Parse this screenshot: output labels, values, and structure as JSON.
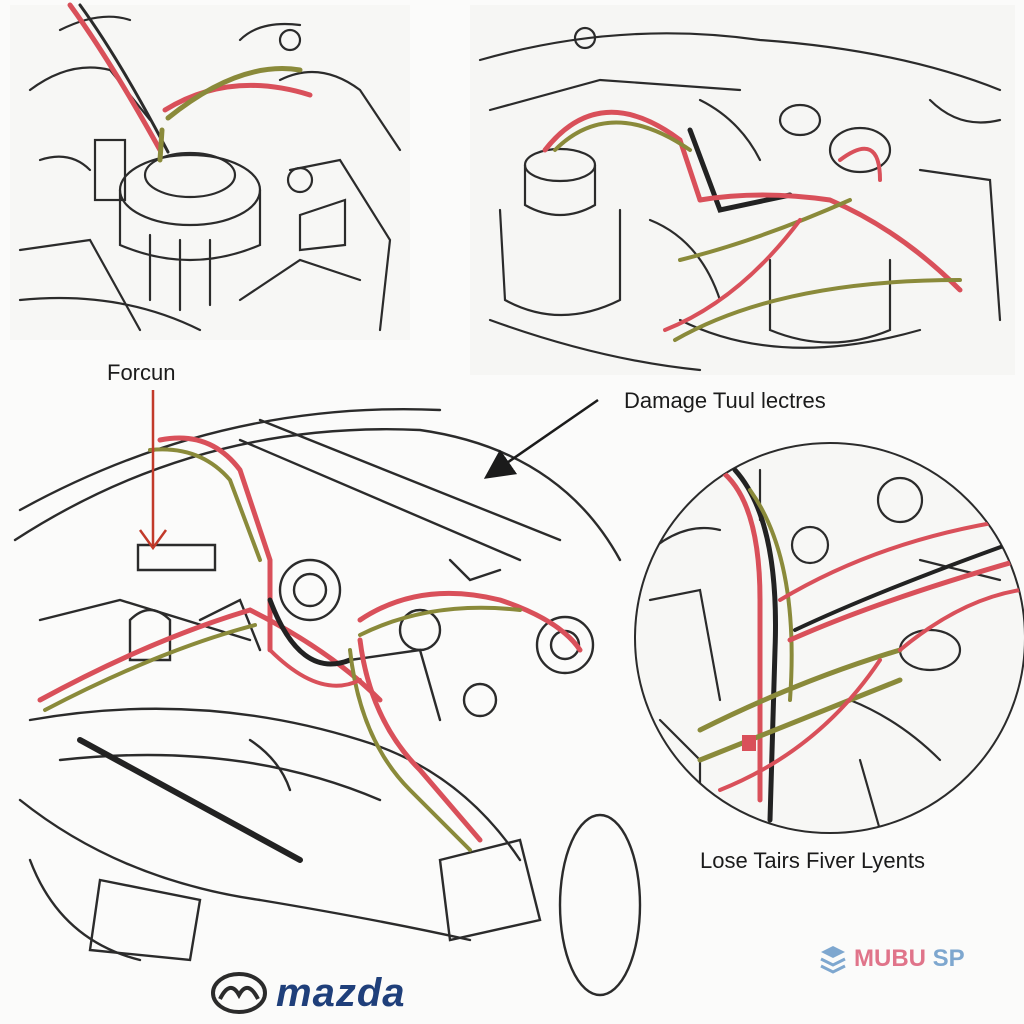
{
  "labels": {
    "focus": "Forcun",
    "damage": "Damage Tuul lectres",
    "loose": "Lose Tairs Fiver Lyents"
  },
  "brand": {
    "wordmark": "mazda",
    "logo_icon": "mazda-logo-icon"
  },
  "watermark": {
    "text_main": "MUBU",
    "text_tail": "SP",
    "icon": "stacked-chevron-icon"
  },
  "colors": {
    "paper": "#fbfbfa",
    "ink": "#2b2b2b",
    "wire_red": "#d9505a",
    "wire_olive": "#8a8a3a",
    "wire_black": "#222222",
    "callout_arrow": "#c23a2a",
    "brand_blue": "#1f3f7a"
  }
}
